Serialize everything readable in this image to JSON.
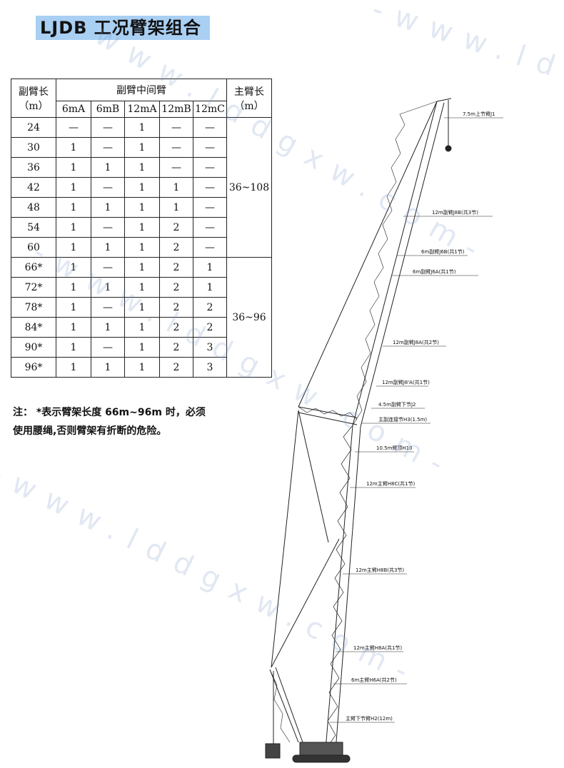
{
  "title": "LJDB 工况臂架组合",
  "table": {
    "header_jib_length": "副臂长",
    "header_unit": "（m）",
    "header_jib_middle": "副臂中间臂",
    "header_main_boom": "主臂长",
    "header_main_unit": "（m）",
    "sub_headers": [
      "6mA",
      "6mB",
      "12mA",
      "12mB",
      "12mC"
    ],
    "rows": [
      [
        "24",
        "—",
        "—",
        "1",
        "—",
        "—"
      ],
      [
        "30",
        "1",
        "—",
        "1",
        "—",
        "—"
      ],
      [
        "36",
        "1",
        "1",
        "1",
        "—",
        "—"
      ],
      [
        "42",
        "1",
        "—",
        "1",
        "1",
        "—"
      ],
      [
        "48",
        "1",
        "1",
        "1",
        "1",
        "—"
      ],
      [
        "54",
        "1",
        "—",
        "1",
        "2",
        "—"
      ],
      [
        "60",
        "1",
        "1",
        "1",
        "2",
        "—"
      ],
      [
        "66*",
        "1",
        "—",
        "1",
        "2",
        "1"
      ],
      [
        "72*",
        "1",
        "1",
        "1",
        "2",
        "1"
      ],
      [
        "78*",
        "1",
        "—",
        "1",
        "2",
        "2"
      ],
      [
        "84*",
        "1",
        "1",
        "1",
        "2",
        "2"
      ],
      [
        "90*",
        "1",
        "—",
        "1",
        "2",
        "3"
      ],
      [
        "96*",
        "1",
        "1",
        "1",
        "2",
        "3"
      ]
    ],
    "main_range_1": "36~108",
    "main_range_2": "36~96"
  },
  "note": {
    "line1": "注：  *表示臂架长度 66m~96m 时，必须",
    "line2": "使用腰绳,否则臂架有折断的危险。"
  },
  "crane_labels": [
    "7.5m上节臂J1",
    "12m副臂J8B(共3节)",
    "6m副臂J6B(共1节)",
    "6m副臂J6A(共1节)",
    "12m副臂J8A(共2节)",
    "12m副臂J8'A(共1节)",
    "4.5m副臂下节J2",
    "主副连接节H3(1.5m)",
    "10.5m臂顶H10",
    "12m主臂H8C(共1节)",
    "12m主臂H8B(共3节)",
    "12m主臂H8A(共1节)",
    "6m主臂H6A(共2节)",
    "主臂下节臂H2(12m)"
  ],
  "watermark": "-www.lddgxw.com-"
}
